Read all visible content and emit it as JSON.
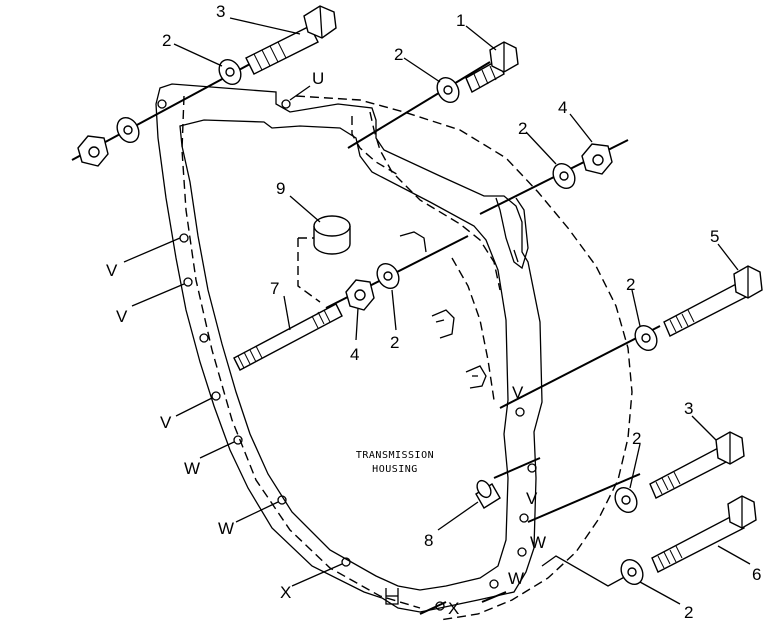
{
  "housing": {
    "line1": "TRANSMISSION",
    "line2": "HOUSING"
  },
  "callouts": {
    "c1": "1",
    "c2a": "2",
    "c2b": "2",
    "c2c": "2",
    "c2d": "2",
    "c2e": "2",
    "c2f": "2",
    "c2g": "2",
    "c3a": "3",
    "c3b": "3",
    "c4a": "4",
    "c4b": "4",
    "c5": "5",
    "c6": "6",
    "c7": "7",
    "c8": "8",
    "c9": "9"
  },
  "holes": {
    "u": "U",
    "v1": "V",
    "v2": "V",
    "v3": "V",
    "v4": "V",
    "v5": "V",
    "w1": "W",
    "w2": "W",
    "w3": "W",
    "w4": "W",
    "x1": "X",
    "x2": "X"
  }
}
